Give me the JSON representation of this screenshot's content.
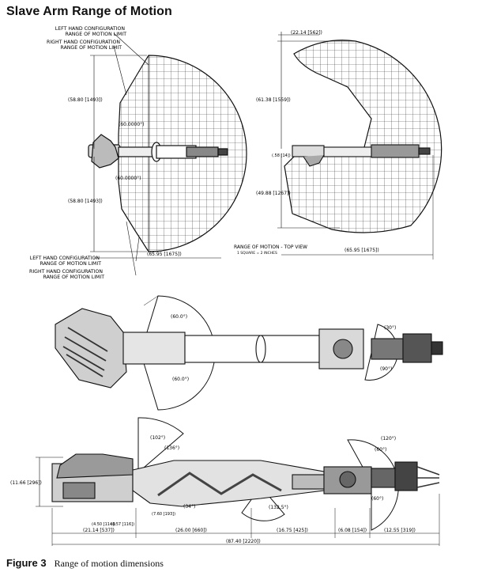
{
  "title": "Slave Arm Range of Motion",
  "caption": {
    "number": "Figure 3",
    "text": "Range of motion dimensions"
  },
  "front_view": {
    "callout_left_hand_top": [
      "LEFT HAND CONFIGURATION",
      "RANGE OF MOTION LIMIT"
    ],
    "callout_right_hand_top": [
      "RIGHT HAND CONFIGURATION",
      "RANGE OF MOTION LIMIT"
    ],
    "callout_left_hand_bottom": [
      "LEFT HAND CONFIGURATION",
      "RANGE OF MOTION LIMIT"
    ],
    "callout_right_hand_bottom": [
      "RIGHT HAND CONFIGURATION",
      "RANGE OF MOTION LIMIT"
    ],
    "dim_upper": "(58.80 [1493])",
    "dim_lower": "(58.80 [1493])",
    "angle_upper": "(60.0000°)",
    "angle_lower": "(60.0000°)",
    "dim_reach": "(65.95 [1675])"
  },
  "top_view": {
    "dim_top": "(22.14 [562])",
    "dim_upper": "(61.38 [1559])",
    "dim_small": "(.58 [14])",
    "dim_lower": "(49.88 [1267])",
    "dim_reach": "(65.95 [1675])",
    "label": "RANGE OF MOTION - TOP VIEW",
    "sublabel": "1 SQUARE = 2 INCHES"
  },
  "plan_view": {
    "angle_upper": "(60.0°)",
    "angle_lower": "(60.0°)",
    "angle_wrist_up": "(30°)",
    "angle_wrist_down": "(90°)"
  },
  "side_view": {
    "angle_a": "(102°)",
    "angle_b": "(136°)",
    "angle_c": "(34°)",
    "angle_d": "(132.5°)",
    "angle_e": "(120°)",
    "angle_f": "(60°)",
    "angle_g": "(60°)",
    "dim_height": "(11.66 [296])",
    "dim_a": "(4.50 [114])",
    "dim_b": "(4.57 [116])",
    "dim_c": "(7.60 [193])",
    "dim_1": "(21.14 [537])",
    "dim_2": "(26.00 [660])",
    "dim_3": "(16.75 [425])",
    "dim_4": "(6.08 [154])",
    "dim_5": "(12.55 [319])",
    "dim_total": "(87.40 [2220])"
  }
}
